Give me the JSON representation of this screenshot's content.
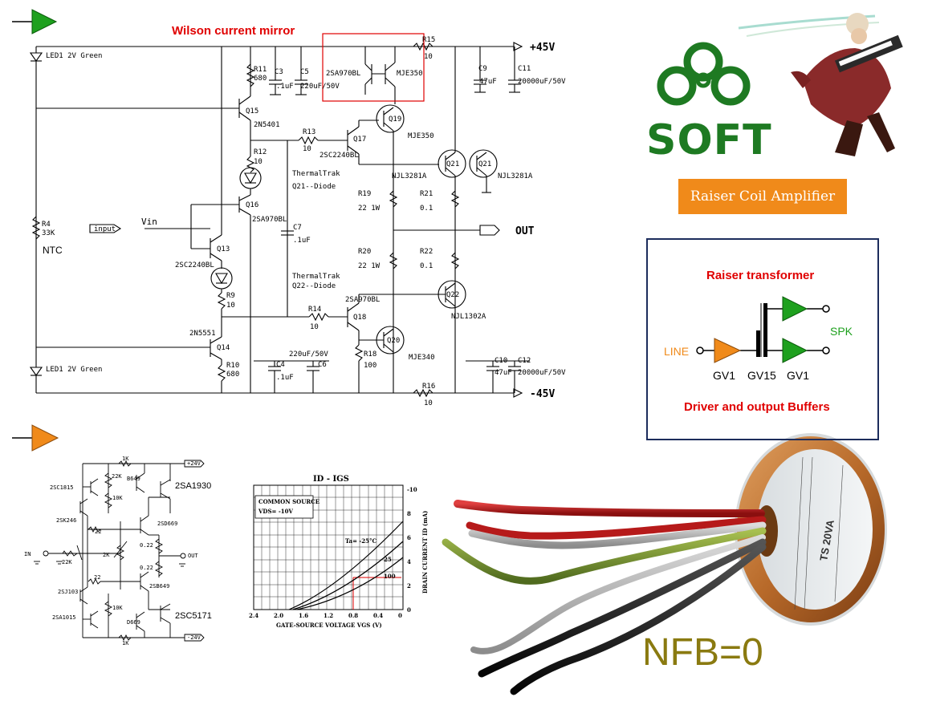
{
  "schematic": {
    "title": "Wilson current mirror",
    "rails": {
      "pos": "+45V",
      "neg": "-45V",
      "out": "OUT",
      "input": "input",
      "vin": "Vin"
    },
    "labels": {
      "led1a": "LED1  2V Green",
      "led1b": "LED1  2V Green",
      "r4": "R4",
      "r4v": "33K",
      "ntc": "NTC",
      "r11": "R11",
      "r11v": "680",
      "c3": "C3",
      "c3v": ".1uF",
      "c5": "C5",
      "c5v": "220uF/50V",
      "q15": "Q15",
      "q15p": "2N5401",
      "r13": "R13",
      "r13v": "10",
      "q17": "Q17",
      "q17p": "2SC2240BL",
      "wil1": "2SA970BL",
      "wil2": "MJE350",
      "r15": "R15",
      "r15v": "10",
      "c9": "C9",
      "c9v": "47uF",
      "c11": "C11",
      "c11v": "20000uF/50V",
      "q19": "Q19",
      "q19p": "MJE350",
      "r12": "R12",
      "r12v": "10",
      "q21": "Q21",
      "q21b": "Q21",
      "q21p": "NJL3281A",
      "q21pb": "NJL3281A",
      "q16": "Q16",
      "q16p": "2SA970BL",
      "tt1": "ThermalTrak",
      "tt1b": "Q21--Diode",
      "r19": "R19",
      "r19v": "22   1W",
      "r21": "R21",
      "r21v": "0.1",
      "c7": "C7",
      "c7v": ".1uF",
      "q13": "Q13",
      "q13p": "2SC2240BL",
      "r20": "R20",
      "r20v": "22   1W",
      "r22": "R22",
      "r22v": "0.1",
      "tt2": "ThermalTrak",
      "tt2b": "Q22--Diode",
      "q18p": "2SA970BL",
      "q22": "Q22",
      "q22p": "NJL1302A",
      "r9": "R9",
      "r9v": "10",
      "r14": "R14",
      "r14v": "10",
      "q18": "Q18",
      "q14p": "2N5551",
      "q14": "Q14",
      "q20": "Q20",
      "q20p": "MJE340",
      "r18": "R18",
      "r18v": "100",
      "c4": "C4",
      "c4v": ".1uF",
      "c6": "C6",
      "c6v": "220uF/50V",
      "c10": "C10",
      "c10v": "47uF",
      "c12": "C12",
      "c12v": "20000uF/50V",
      "r10": "R10",
      "r10v": "680",
      "r16": "R16",
      "r16v": "10"
    }
  },
  "brand": {
    "logo_text": "SOFT",
    "product": "Raiser Coil Amplifier"
  },
  "transformer_box": {
    "title": "Raiser transformer",
    "line": "LINE",
    "spk": "SPK",
    "gv_left": "GV1",
    "gv_mid": "GV15",
    "gv_right": "GV1",
    "footer": "Driver and output Buffers"
  },
  "small_schematic": {
    "labels": {
      "k1top": "1K",
      "v24p": "+24V",
      "q2sc1815": "2SC1815",
      "k22a": "22K",
      "b649": "B649",
      "sa1930": "2SA1930",
      "k10a": "10K",
      "sk246": "2SK246",
      "r22a": "22",
      "sd669": "2SD669",
      "in": "IN",
      "k22b": "22K",
      "k2": "2K",
      "r022a": "0.22",
      "out": "OUT",
      "r022b": "0.22",
      "r22b": "22",
      "sj103": "2SJ103",
      "sb649": "2SB649",
      "k10b": "10K",
      "sa1015": "2SA1015",
      "d669": "D669",
      "sc5171": "2SC5171",
      "k1bot": "1K",
      "v24n": "-24V"
    }
  },
  "graph": {
    "title": "ID - IGS",
    "box1": "COMMON SOURCE",
    "box2": "VDS= -10V",
    "ta": "Ta= -25°C",
    "c25": "25",
    "c100": "100",
    "xlabel": "GATE-SOURCE VOLTAGE  VGS   (V)",
    "ylabel": "DRAIN CURRENT  ID   (mA)",
    "xticks": [
      "2.4",
      "2.0",
      "1.6",
      "1.2",
      "0.8",
      "0.4",
      "0"
    ],
    "yticks": [
      "-10",
      "8",
      "6",
      "4",
      "2",
      "0"
    ]
  },
  "toroid": {
    "label": "TS 20VA"
  },
  "nfb": "NFB=0",
  "colors": {
    "green": "#1ea01e",
    "orange": "#f08a1a",
    "red": "#e00000",
    "navy": "#1c2c5c",
    "olive": "#8a7a10"
  }
}
